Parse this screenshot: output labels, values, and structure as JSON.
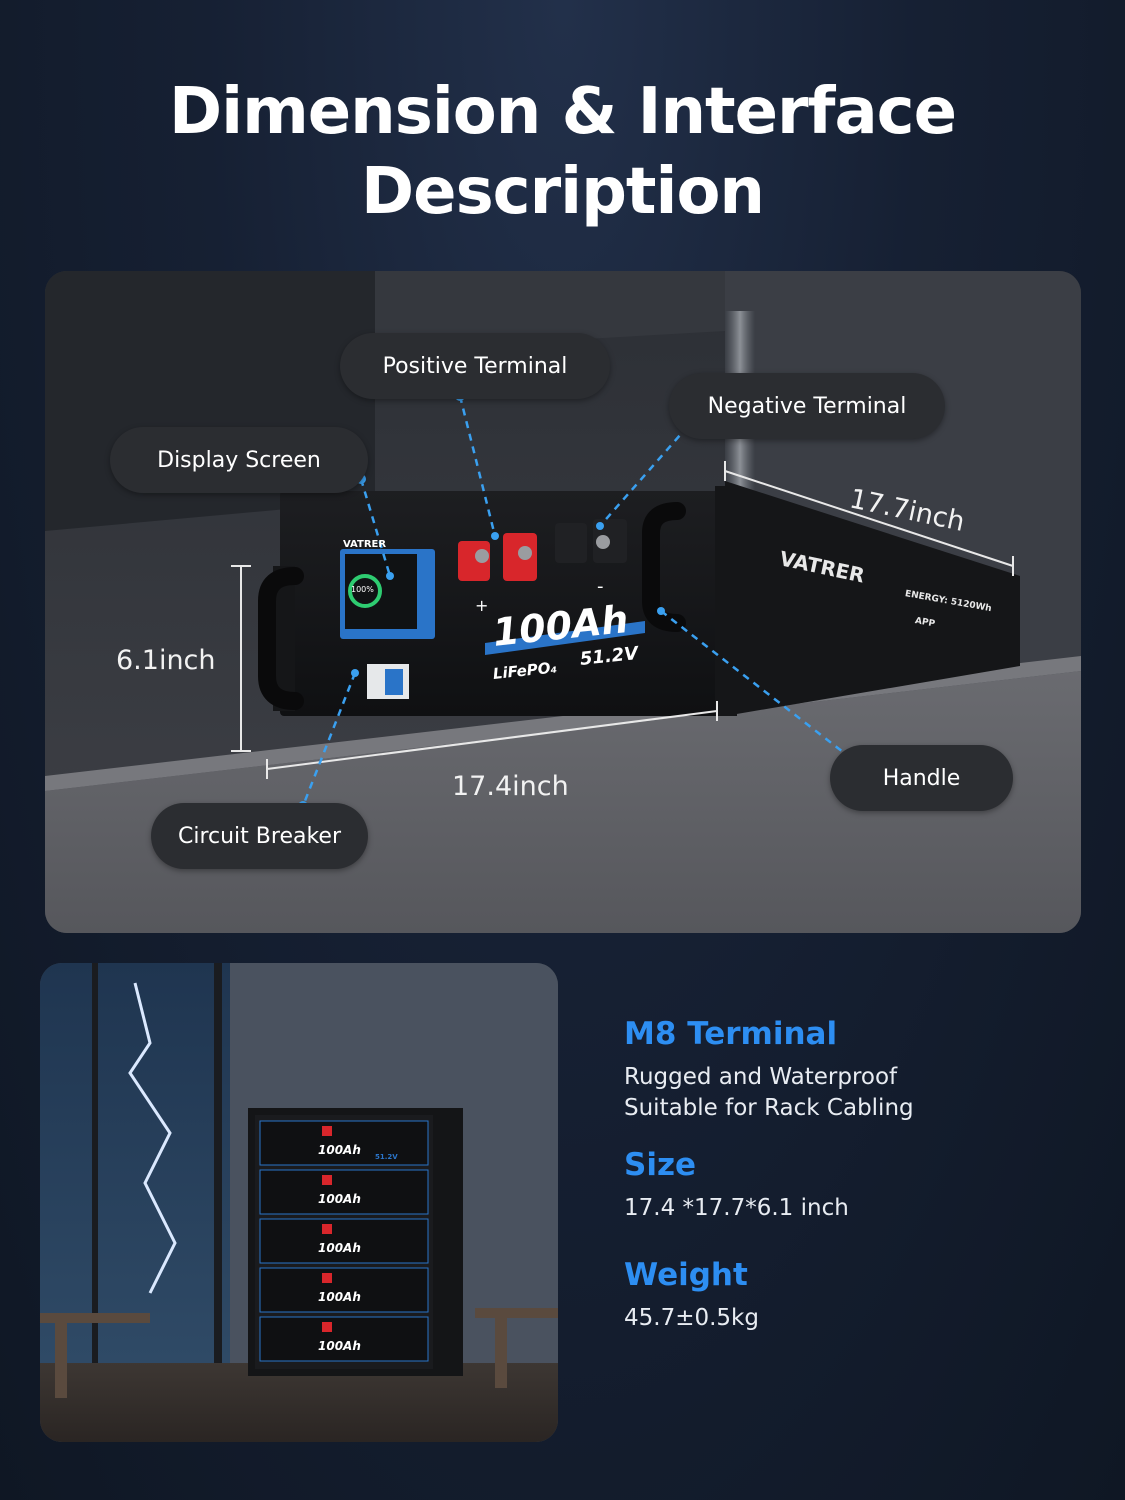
{
  "headline": {
    "line1": "Dimension & Interface",
    "line2": "Description"
  },
  "callouts": {
    "positive_terminal": "Positive Terminal",
    "negative_terminal": "Negative Terminal",
    "display_screen": "Display Screen",
    "handle": "Handle",
    "circuit_breaker": "Circuit Breaker"
  },
  "dimensions": {
    "height": "6.1inch",
    "width": "17.4inch",
    "depth": "17.7inch"
  },
  "battery_label": {
    "brand": "VATRER",
    "capacity": "100Ah",
    "chemistry": "LiFePO₄",
    "voltage": "51.2V",
    "plus": "+",
    "minus": "-",
    "display_percent": "100%",
    "energy": "ENERGY: 5120Wh",
    "app": "APP"
  },
  "rack_units": {
    "capacity": "100Ah",
    "voltage": "51.2V"
  },
  "specs": {
    "terminal": {
      "heading": "M8 Terminal",
      "line1": "Rugged and Waterproof",
      "line2": "Suitable for Rack Cabling"
    },
    "size": {
      "heading": "Size",
      "value": "17.4 *17.7*6.1 inch"
    },
    "weight": {
      "heading": "Weight",
      "value": "45.7±0.5kg"
    }
  },
  "colors": {
    "accent_blue": "#2d8ef2",
    "leader_line": "#3aa0f0",
    "terminal_red": "#d8262b",
    "background": "#162033"
  }
}
